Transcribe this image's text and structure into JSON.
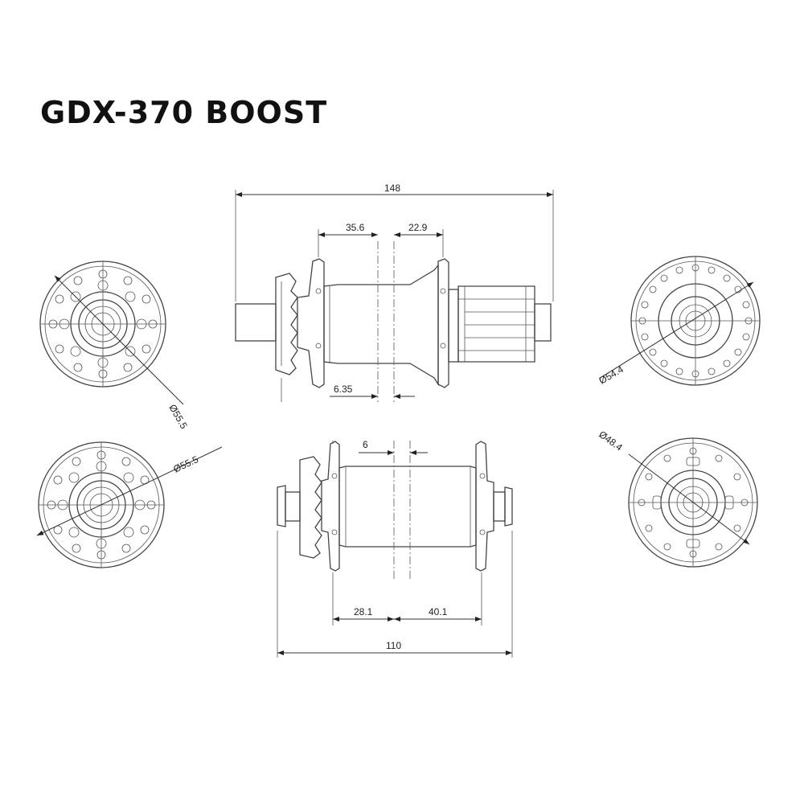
{
  "title": "GDX-370 BOOST",
  "rear_hub": {
    "overall_width": "148",
    "left_flange_offset": "35.6",
    "right_flange_offset": "22.9",
    "rotor_offset": "6.35"
  },
  "front_hub": {
    "rotor_offset": "6",
    "left_flange_offset": "28.1",
    "right_flange_offset": "40.1",
    "overall_width": "110"
  },
  "pcd": {
    "rear_disc_side": "Ø55.5",
    "rear_drive_side": "Ø54.4",
    "front_disc_side": "Ø55.5",
    "front_non_disc_side": "Ø48.4"
  }
}
